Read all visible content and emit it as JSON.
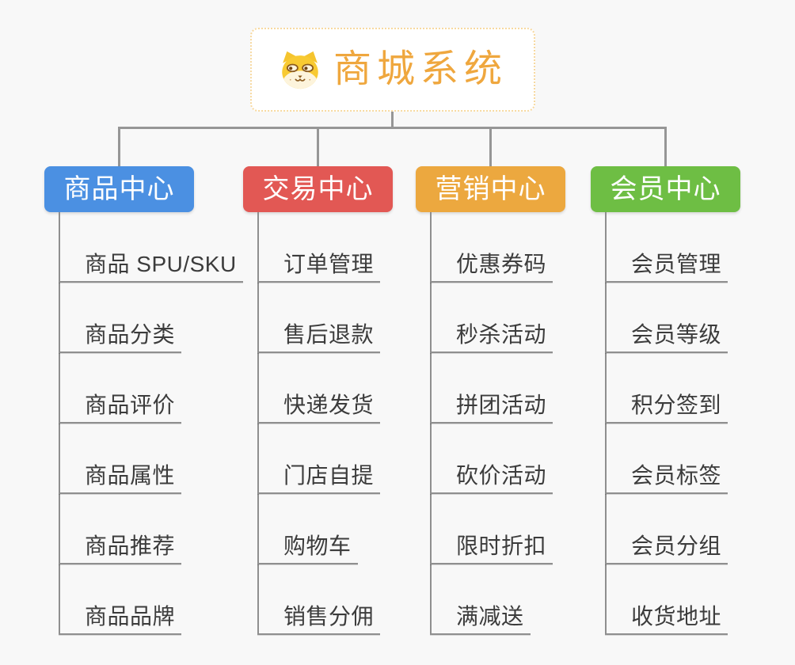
{
  "root": {
    "title": "商城系统",
    "icon": "shiba-dog-face-icon",
    "accent_color": "#efa73e",
    "border_color": "#f7d9a0"
  },
  "connector_color": "#969696",
  "background_color": "#f8f8f8",
  "leaf_text_color": "#3c3c3c",
  "branches": [
    {
      "label": "商品中心",
      "color": "#4b90e2",
      "children": [
        "商品 SPU/SKU",
        "商品分类",
        "商品评价",
        "商品属性",
        "商品推荐",
        "商品品牌"
      ]
    },
    {
      "label": "交易中心",
      "color": "#e25854",
      "children": [
        "订单管理",
        "售后退款",
        "快递发货",
        "门店自提",
        "购物车",
        "销售分佣"
      ]
    },
    {
      "label": "营销中心",
      "color": "#eca83f",
      "children": [
        "优惠券码",
        "秒杀活动",
        "拼团活动",
        "砍价活动",
        "限时折扣",
        "满减送"
      ]
    },
    {
      "label": "会员中心",
      "color": "#6ebe44",
      "children": [
        "会员管理",
        "会员等级",
        "积分签到",
        "会员标签",
        "会员分组",
        "收货地址"
      ]
    }
  ]
}
